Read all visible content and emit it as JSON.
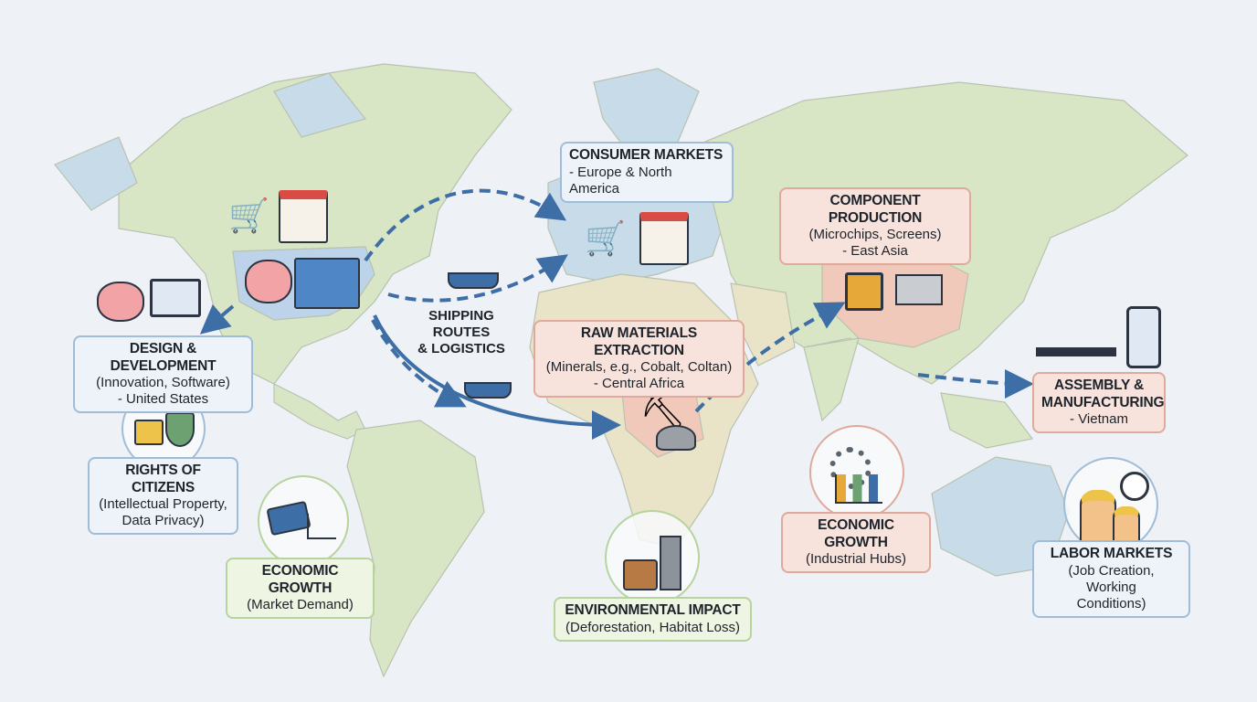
{
  "colors": {
    "arrow": "#3e6ea6",
    "land": "#d9e6c6",
    "highlight_blue": "#bcd3ea",
    "highlight_pink": "#f1c9bb",
    "ocean": "#eef1f5"
  },
  "labels": {
    "consumer_markets": {
      "title": "CONSUMER MARKETS",
      "lines": [
        "- Europe & North America"
      ]
    },
    "component_production": {
      "title": "COMPONENT PRODUCTION",
      "lines": [
        "(Microchips, Screens)",
        "- East Asia"
      ]
    },
    "design_development": {
      "title": "DESIGN & DEVELOPMENT",
      "lines": [
        "(Innovation, Software)",
        "- United States"
      ]
    },
    "rights_of_citizens": {
      "title": "RIGHTS OF CITIZENS",
      "lines": [
        "(Intellectual Property,",
        "Data Privacy)"
      ]
    },
    "shipping": {
      "lines": [
        "SHIPPING ROUTES",
        "& LOGISTICS"
      ]
    },
    "raw_materials": {
      "title": "RAW MATERIALS EXTRACTION",
      "lines": [
        "(Minerals, e.g., Cobalt, Coltan)",
        "- Central Africa"
      ]
    },
    "assembly": {
      "title": "ASSEMBLY &",
      "title2": "MANUFACTURING",
      "lines": [
        "- Vietnam"
      ]
    },
    "economic_growth_industrial": {
      "title": "ECONOMIC GROWTH",
      "lines": [
        "(Industrial Hubs)"
      ]
    },
    "labor_markets": {
      "title": "LABOR MARKETS",
      "lines": [
        "(Job Creation, Working",
        "Conditions)"
      ]
    },
    "economic_growth_market": {
      "title": "ECONOMIC GROWTH",
      "lines": [
        "(Market Demand)"
      ]
    },
    "environmental_impact": {
      "title": "ENVIRONMENTAL IMPACT",
      "lines": [
        "(Deforestation, Habitat Loss)"
      ]
    }
  },
  "icons": [
    "shopping-cart-icon",
    "storefront-icon",
    "brain-icon",
    "computer-monitor-icon",
    "blueprint-icon",
    "padlock-icon",
    "shield-icon",
    "cargo-ship-icon",
    "pickaxe-icon",
    "ore-rock-icon",
    "microchip-icon",
    "factory-icon",
    "robotic-arm-icon",
    "smartphone-icon",
    "gear-chart-icon",
    "worker-icon",
    "clock-icon",
    "credit-card-icon",
    "growth-chart-icon",
    "tree-stump-icon",
    "smokestack-icon"
  ]
}
